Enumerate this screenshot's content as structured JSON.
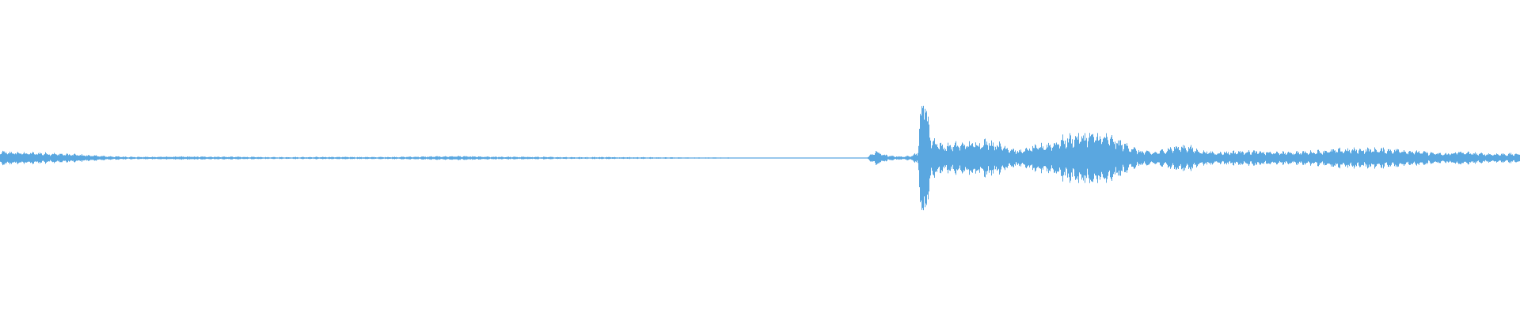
{
  "waveform": {
    "color": "#5aa7e0",
    "background": "#ffffff",
    "envelope": [
      [
        0.0,
        0.09
      ],
      [
        0.01,
        0.08
      ],
      [
        0.03,
        0.07
      ],
      [
        0.05,
        0.05
      ],
      [
        0.07,
        0.025
      ],
      [
        0.09,
        0.015
      ],
      [
        0.12,
        0.02
      ],
      [
        0.15,
        0.018
      ],
      [
        0.18,
        0.012
      ],
      [
        0.21,
        0.015
      ],
      [
        0.25,
        0.014
      ],
      [
        0.28,
        0.02
      ],
      [
        0.3,
        0.026
      ],
      [
        0.32,
        0.018
      ],
      [
        0.35,
        0.016
      ],
      [
        0.38,
        0.012
      ],
      [
        0.4,
        0.014
      ],
      [
        0.43,
        0.01
      ],
      [
        0.46,
        0.008
      ],
      [
        0.5,
        0.006
      ],
      [
        0.53,
        0.006
      ],
      [
        0.545,
        0.004
      ],
      [
        0.57,
        0.004
      ],
      [
        0.576,
        0.1
      ],
      [
        0.58,
        0.06
      ],
      [
        0.585,
        0.03
      ],
      [
        0.595,
        0.02
      ],
      [
        0.6,
        0.04
      ],
      [
        0.604,
        0.1
      ],
      [
        0.606,
        0.93
      ],
      [
        0.609,
        0.85
      ],
      [
        0.612,
        0.3
      ],
      [
        0.62,
        0.18
      ],
      [
        0.63,
        0.2
      ],
      [
        0.64,
        0.22
      ],
      [
        0.65,
        0.25
      ],
      [
        0.66,
        0.18
      ],
      [
        0.67,
        0.1
      ],
      [
        0.68,
        0.16
      ],
      [
        0.69,
        0.2
      ],
      [
        0.7,
        0.28
      ],
      [
        0.71,
        0.33
      ],
      [
        0.72,
        0.34
      ],
      [
        0.73,
        0.3
      ],
      [
        0.74,
        0.2
      ],
      [
        0.75,
        0.1
      ],
      [
        0.76,
        0.08
      ],
      [
        0.77,
        0.15
      ],
      [
        0.78,
        0.18
      ],
      [
        0.79,
        0.1
      ],
      [
        0.8,
        0.08
      ],
      [
        0.82,
        0.1
      ],
      [
        0.84,
        0.08
      ],
      [
        0.86,
        0.09
      ],
      [
        0.88,
        0.12
      ],
      [
        0.9,
        0.13
      ],
      [
        0.92,
        0.12
      ],
      [
        0.94,
        0.08
      ],
      [
        0.95,
        0.06
      ],
      [
        0.96,
        0.09
      ],
      [
        0.97,
        0.07
      ],
      [
        0.98,
        0.06
      ],
      [
        1.0,
        0.06
      ]
    ]
  }
}
